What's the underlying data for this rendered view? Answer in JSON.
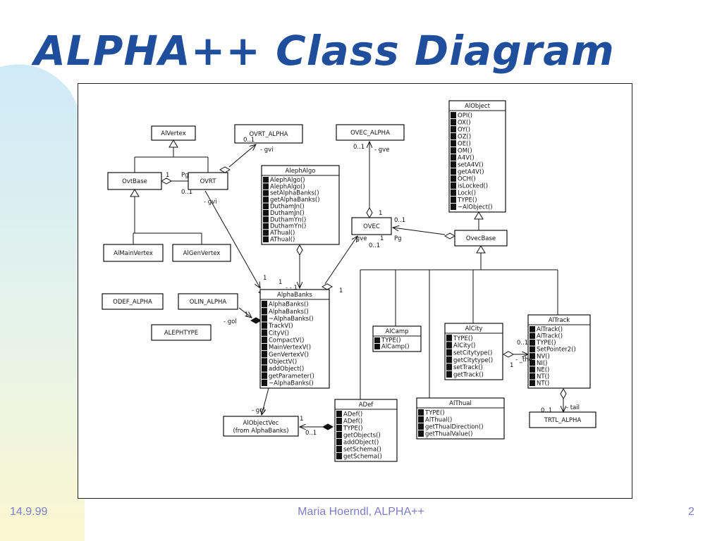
{
  "slide": {
    "title": "ALPHA++ Class Diagram",
    "footer_date": "14.9.99",
    "footer_center": "Maria Hoerndl, ALPHA++",
    "page_number": "2"
  },
  "colors": {
    "title": "#1f4e9c",
    "footer": "#7d7dc8",
    "band_top": "#cfeaf7",
    "band_bottom": "#fbf7cf"
  },
  "diagram": {
    "classes": [
      {
        "id": "alvertex",
        "name": "AlVertex",
        "methods": []
      },
      {
        "id": "ovrt_alpha",
        "name": "OVRT_ALPHA",
        "methods": []
      },
      {
        "id": "ovec_alpha",
        "name": "OVEC_ALPHA",
        "methods": []
      },
      {
        "id": "ovtbase",
        "name": "OvtBase",
        "methods": []
      },
      {
        "id": "ovrt",
        "name": "OVRT",
        "methods": []
      },
      {
        "id": "alephalgo",
        "name": "AlephAlgo",
        "methods": [
          "AlephAlgo()",
          "AlephAlgo()",
          "setAlphaBanks()",
          "getAlphaBanks()",
          "DuthamJn()",
          "DuthamJn()",
          "DuthamYn()",
          "DuthamYn()",
          "AThual()",
          "AThual()"
        ]
      },
      {
        "id": "almainvertex",
        "name": "AlMainVertex",
        "methods": []
      },
      {
        "id": "algenvertex",
        "name": "AlGenVertex",
        "methods": []
      },
      {
        "id": "ovec",
        "name": "OVEC",
        "methods": []
      },
      {
        "id": "alobject",
        "name": "AlObject",
        "methods": [
          "OPI()",
          "OX()",
          "OY()",
          "OZ()",
          "OE()",
          "OM()",
          "A4V()",
          "setA4V()",
          "getA4V()",
          "OCH()",
          "isLocked()",
          "Lock()",
          "TYPE()",
          "~AlObject()"
        ]
      },
      {
        "id": "ovecbase",
        "name": "OvecBase",
        "methods": []
      },
      {
        "id": "odef_alpha",
        "name": "ODEF_ALPHA",
        "methods": []
      },
      {
        "id": "olin_alpha",
        "name": "OLIN_ALPHA",
        "methods": []
      },
      {
        "id": "alephtype",
        "name": "ALEPHTYPE",
        "methods": []
      },
      {
        "id": "alphabanks",
        "name": "AlphaBanks",
        "methods": [
          "AlphaBanks()",
          "AlphaBanks()",
          "~AlphaBanks()",
          "TrackV()",
          "CityV()",
          "CompactV()",
          "MainVertexV()",
          "GenVertexV()",
          "ObjectV()",
          "addObject()",
          "getParameter()",
          "~AlphaBanks()"
        ]
      },
      {
        "id": "alcamp",
        "name": "AlCamp",
        "methods": [
          "TYPE()",
          "AlCamp()"
        ]
      },
      {
        "id": "alcity",
        "name": "AlCity",
        "methods": [
          "TYPE()",
          "AlCity()",
          "setCitytype()",
          "getCitytype()",
          "setTrack()",
          "getTrack()"
        ]
      },
      {
        "id": "altrack",
        "name": "AlTrack",
        "methods": [
          "AlTrack()",
          "AlTrack()",
          "TYPE()",
          "SetPointer2()",
          "NV()",
          "NI()",
          "NE()",
          "NT()",
          "NT()"
        ]
      },
      {
        "id": "trtl_alpha",
        "name": "TRTL_ALPHA",
        "methods": []
      },
      {
        "id": "alobjectvec",
        "name": "AlObjectVec",
        "subtitle": "(from AlphaBanks)",
        "methods": []
      },
      {
        "id": "aldef",
        "name": "ADef",
        "methods": [
          "ADef()",
          "ADef()",
          "TYPE()",
          "getObjects()",
          "addObject()",
          "setSchema()",
          "getSchema()"
        ]
      },
      {
        "id": "althual",
        "name": "AlThual",
        "methods": [
          "TYPE()",
          "AlThual()",
          "getThualDirection()",
          "getThualValue()"
        ]
      }
    ],
    "labels": {
      "ovrt_alpha_mult": "0..1",
      "ovec_alpha_mult": "0..1",
      "gvi_ovrt_alpha": "- gvi",
      "gve_ovec_alpha": "- gve",
      "pg_ovtbase": "Pg",
      "ovtbase_mult_left": "1",
      "ovrt_mult": "0..1",
      "gvi_ovrt": "- gvi",
      "ovec_mult_right": "0..1",
      "ovec_mult_top": "1",
      "gve_ovec": "- gve",
      "ovec_one": "1",
      "pg_ovec": "Pg",
      "ovec_mult_bottom": "0..1",
      "alphabanks_one_a": "1",
      "alphabanks_one_b": "1",
      "alphabanks_mult_mid": "- - 1",
      "alphabanks_one_c": "1",
      "gol_label": "- gol",
      "gol_mult": "1",
      "city_mult": "0..1",
      "city_the": "- _the",
      "track_one": "1",
      "track_mult_bottom": "0..1",
      "trtl_tail": "- tail",
      "obvec_gol": "- gol",
      "obvec_one": "1",
      "obvec_mult": "0..1"
    }
  }
}
